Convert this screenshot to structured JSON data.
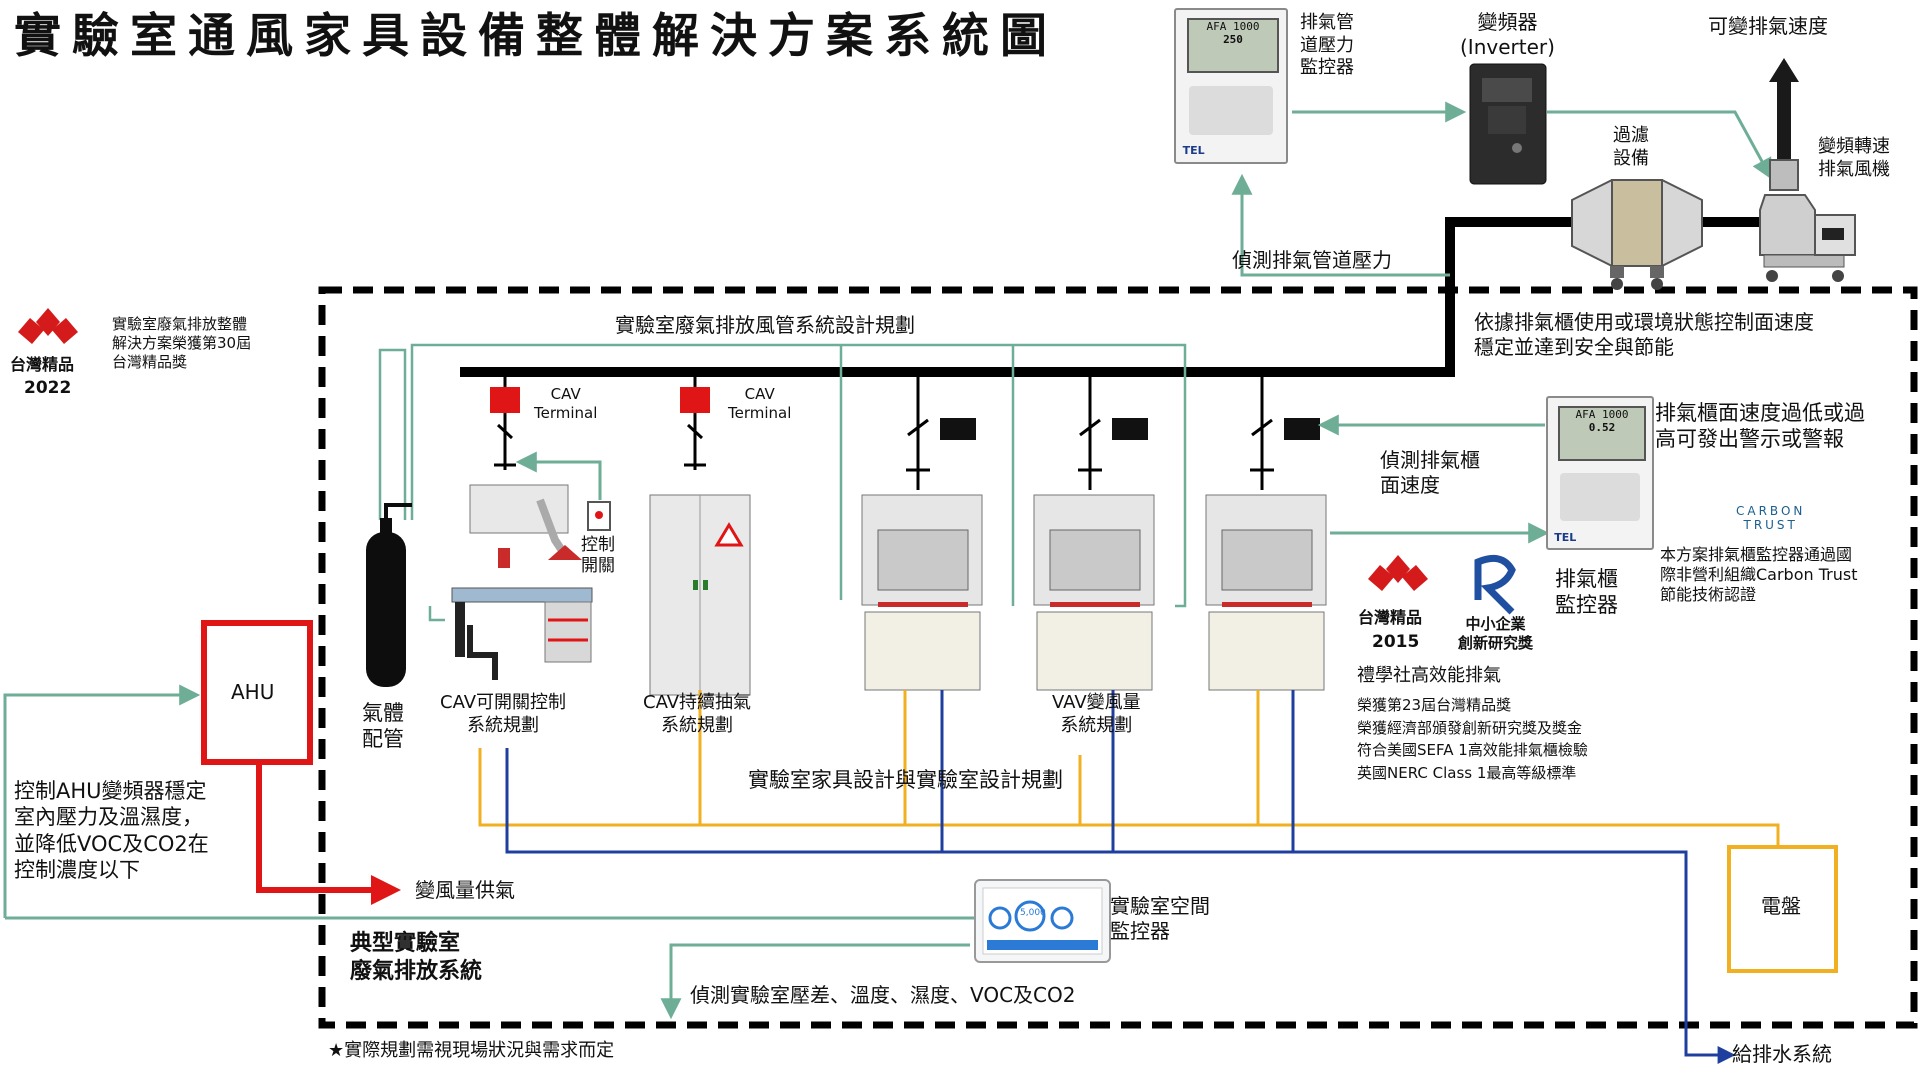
{
  "title": "實驗室通風家具設備整體解決方案系統圖",
  "top": {
    "pressure_monitor": "排氣管\n道壓力\n監控器",
    "inverter": "變頻器\n(Inverter)",
    "variable_speed": "可變排氣速度",
    "filter": "過濾\n設備",
    "fan": "變頻轉速\n排氣風機",
    "detect_duct_pressure": "偵測排氣管道壓力",
    "afa_model": "AFA 1000",
    "afa_value_top": "250",
    "afa_value_right": "0.52",
    "tel_logo": "TEL"
  },
  "award_2022": {
    "brand": "台灣精品",
    "year": "2022",
    "text": "實驗室廢氣排放整體\n解決方案榮獲第30屆\n台灣精品獎"
  },
  "duct_title": "實驗室廢氣排放風管系統設計規劃",
  "control_face": "依據排氣櫃使用或環境狀態控制面速度\n穩定並達到安全與節能",
  "cav_terminal_1": "CAV\nTerminal",
  "cav_terminal_2": "CAV\nTerminal",
  "control_switch": "控制\n開關",
  "detect_face_velocity": "偵測排氣櫃\n面速度",
  "alarm_text": "排氣櫃面速度過低或過\n高可發出警示或警報",
  "carbon_trust": "CARBON\nTRUST",
  "carbon_text": "本方案排氣櫃監控器通過國\n際非營利組織Carbon Trust\n節能技術認證",
  "hood_monitor": "排氣櫃\n監控器",
  "award_2015": {
    "brand": "台灣精品",
    "year": "2015",
    "sme": "中小企業\n創新研究獎",
    "headline": "禮學社高效能排氣",
    "bullets": "榮獲第23屆台灣精品獎\n榮獲經濟部頒發創新研究獎及獎金\n符合美國SEFA 1高效能排氣櫃檢驗\n英國NERC Class 1最高等級標準"
  },
  "ahu": "AHU",
  "gas_pipe": "氣體\n配管",
  "cav_switch": "CAV可開關控制\n系統規劃",
  "cav_continuous": "CAV持續抽氣\n系統規劃",
  "vav": "VAV變風量\n系統規劃",
  "furniture_plan": "實驗室家具設計與實驗室設計規劃",
  "ahu_control": "控制AHU變頻器穩定\n室內壓力及溫濕度，\n並降低VOC及CO2在\n控制濃度以下",
  "variable_supply": "變風量供氣",
  "space_monitor": "實驗室空間\n監控器",
  "space_monitor_value": "5,000",
  "typical_system": "典型實驗室\n廢氣排放系統",
  "detect_room": "偵測實驗室壓差、溫度、濕度、VOC及CO2",
  "electrical_panel": "電盤",
  "water_system": "給排水系統",
  "footnote": "★實際規劃需視現場狀況與需求而定",
  "colors": {
    "signal_line": "#6fae96",
    "power_line": "#f0b021",
    "water_line": "#1f3f9f",
    "red": "#e01515",
    "duct": "#000000"
  }
}
